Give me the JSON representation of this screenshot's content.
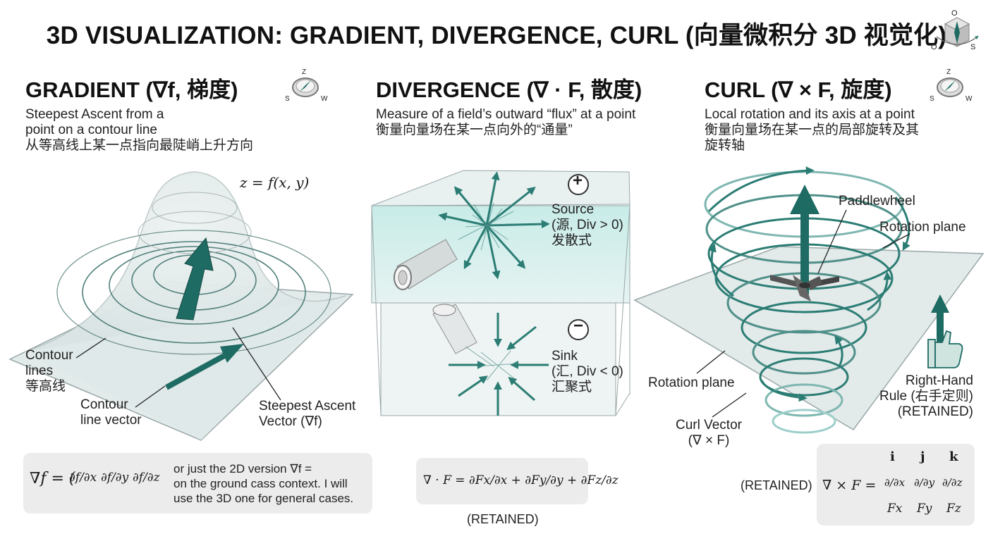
{
  "title": "3D VISUALIZATION: GRADIENT, DIVERGENCE, CURL (向量微积分 3D 视觉化)",
  "compass_letters": {
    "top": "O",
    "left": "O",
    "right": "S"
  },
  "compass_small": {
    "top": "Z",
    "left": "S",
    "right": "W"
  },
  "gradient": {
    "heading": "GRADIENT (∇f, 梯度)",
    "sub_en_1": "Steepest Ascent from a",
    "sub_en_2": "point on a contour line",
    "sub_zh": "从等高线上某一点指向最陡峭上升方向",
    "surface_label": "z = f(x, y)",
    "contour_label_1": "Contour",
    "contour_label_2": "lines",
    "contour_label_3": "等高线",
    "contour_vec_1": "Contour",
    "contour_vec_2": "line vector",
    "steep_1": "Steepest Ascent",
    "steep_2": "Vector (∇f)",
    "formula_lhs": "∇f = (",
    "formula_terms": [
      "∂f/∂x",
      "∂f/∂y",
      "∂f/∂z"
    ],
    "note_1": "or just the 2D version ∇f =",
    "note_2": "on the ground cass context. I will",
    "note_3": "use the 3D one for general cases."
  },
  "divergence": {
    "heading": "DIVERGENCE (∇ · F, 散度)",
    "sub_en": "Measure of a field’s outward “flux” at a point",
    "sub_zh": "衡量向量场在某一点向外的“通量”",
    "plus": "+",
    "minus": "−",
    "source_1": "Source",
    "source_2": "(源, Div > 0)",
    "source_3": "发散式",
    "sink_1": "Sink",
    "sink_2": "(汇, Div < 0)",
    "sink_3": "汇聚式",
    "formula": "∇ · F = ∂Fx/∂x + ∂Fy/∂y + ∂Fz/∂z",
    "retained": "(RETAINED)"
  },
  "curl": {
    "heading": "CURL (∇ × F, 旋度)",
    "sub_en": "Local rotation and its axis at a point",
    "sub_zh_1": "衡量向量场在某一点的局部旋转及其",
    "sub_zh_2": "旋转轴",
    "paddle": "Paddlewheel",
    "rot_plane_top": "Rotation plane",
    "rot_plane_bottom": "Rotation plane",
    "curl_vec_1": "Curl Vector",
    "curl_vec_2": "(∇ × F)",
    "rhr_1": "Right-Hand",
    "rhr_2": "Rule (右手定则)",
    "rhr_3": "(RETAINED)",
    "retained": "(RETAINED)",
    "formula_lhs": "∇ × F =",
    "matrix_row1": [
      "i",
      "j",
      "k"
    ],
    "matrix_row2": [
      "∂/∂x",
      "∂/∂y",
      "∂/∂z"
    ],
    "matrix_row3": [
      "Fx",
      "Fy",
      "Fz"
    ]
  },
  "colors": {
    "accent": "#1d6b63",
    "light_teal": "#9fcfcb",
    "box": "#ececec"
  }
}
